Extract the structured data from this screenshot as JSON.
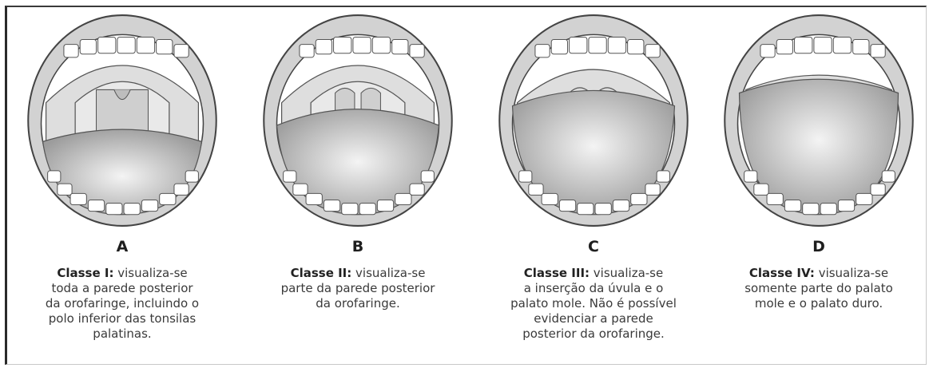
{
  "panels": [
    {
      "letter": "A",
      "class_label": "Classe I:",
      "lines": [
        " visualiza-se",
        "toda a parede posterior",
        "da orofaringe, incluindo o",
        "polo inferior das tonsilas",
        "palatinas."
      ]
    },
    {
      "letter": "B",
      "class_label": "Classe II:",
      "lines": [
        " visualiza-se",
        "parte da parede posterior",
        "da orofaringe."
      ]
    },
    {
      "letter": "C",
      "class_label": "Classe III:",
      "lines": [
        " visualiza-se",
        "a inserção da úvula e o",
        "palato mole. Não é possível",
        "evidenciar a parede",
        "posterior da orofaringe."
      ]
    },
    {
      "letter": "D",
      "class_label": "Classe IV:",
      "lines": [
        " visualiza-se",
        "somente parte do palato",
        "mole e o palato duro."
      ]
    }
  ]
}
